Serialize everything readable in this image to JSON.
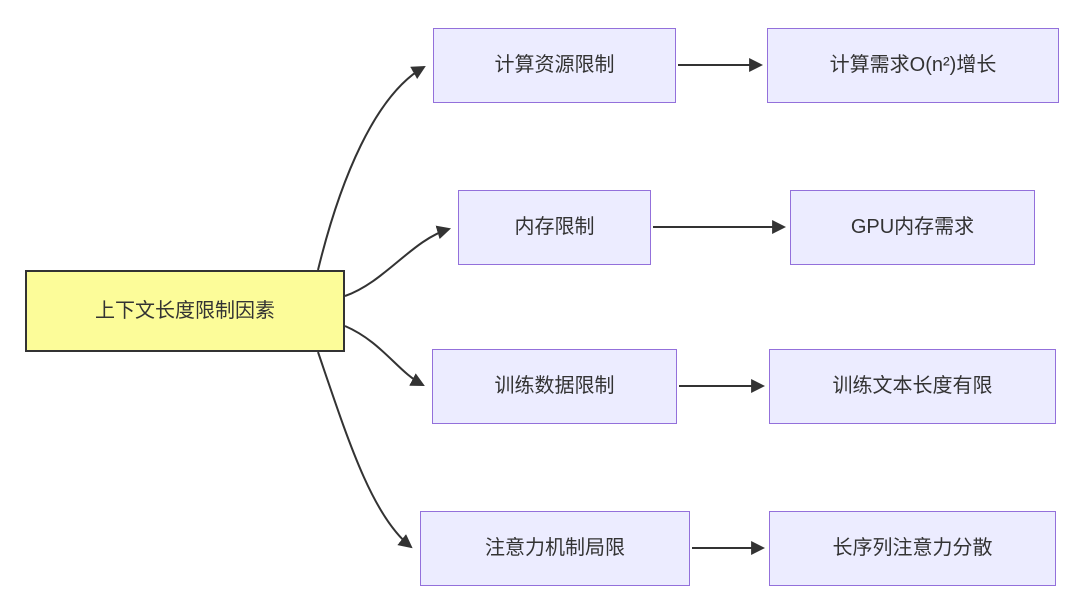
{
  "diagram": {
    "type": "flowchart",
    "root": {
      "label": "上下文长度限制因素"
    },
    "branches": [
      {
        "cause": "计算资源限制",
        "effect": "计算需求O(n²)增长"
      },
      {
        "cause": "内存限制",
        "effect": "GPU内存需求"
      },
      {
        "cause": "训练数据限制",
        "effect": "训练文本长度有限"
      },
      {
        "cause": "注意力机制局限",
        "effect": "长序列注意力分散"
      }
    ],
    "colors": {
      "root_fill": "#FCFC99",
      "root_border": "#333333",
      "node_fill": "#ECECFF",
      "node_border": "#9370DB",
      "edge": "#333333",
      "text": "#333333",
      "background": "#FFFFFF"
    }
  }
}
